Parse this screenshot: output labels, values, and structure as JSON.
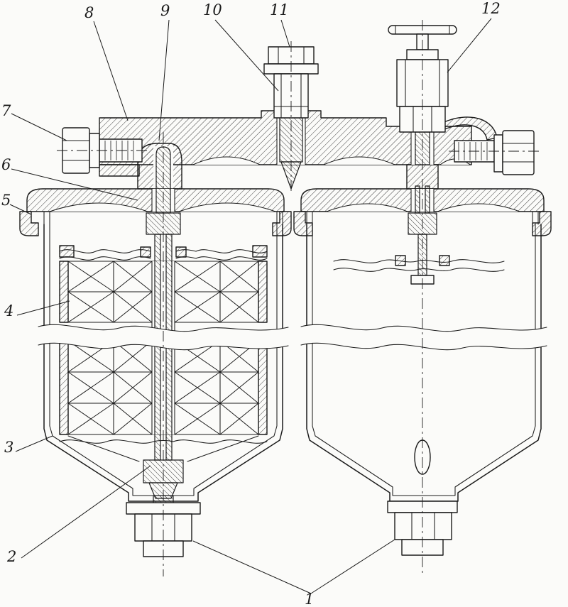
{
  "figure": {
    "background": "#fbfbf9",
    "ink": "#1b1b1b",
    "callouts": [
      {
        "label": "1"
      },
      {
        "label": "2"
      },
      {
        "label": "3"
      },
      {
        "label": "4"
      },
      {
        "label": "5"
      },
      {
        "label": "6"
      },
      {
        "label": "7"
      },
      {
        "label": "8"
      },
      {
        "label": "9"
      },
      {
        "label": "10"
      },
      {
        "label": "11"
      },
      {
        "label": "12"
      }
    ]
  }
}
